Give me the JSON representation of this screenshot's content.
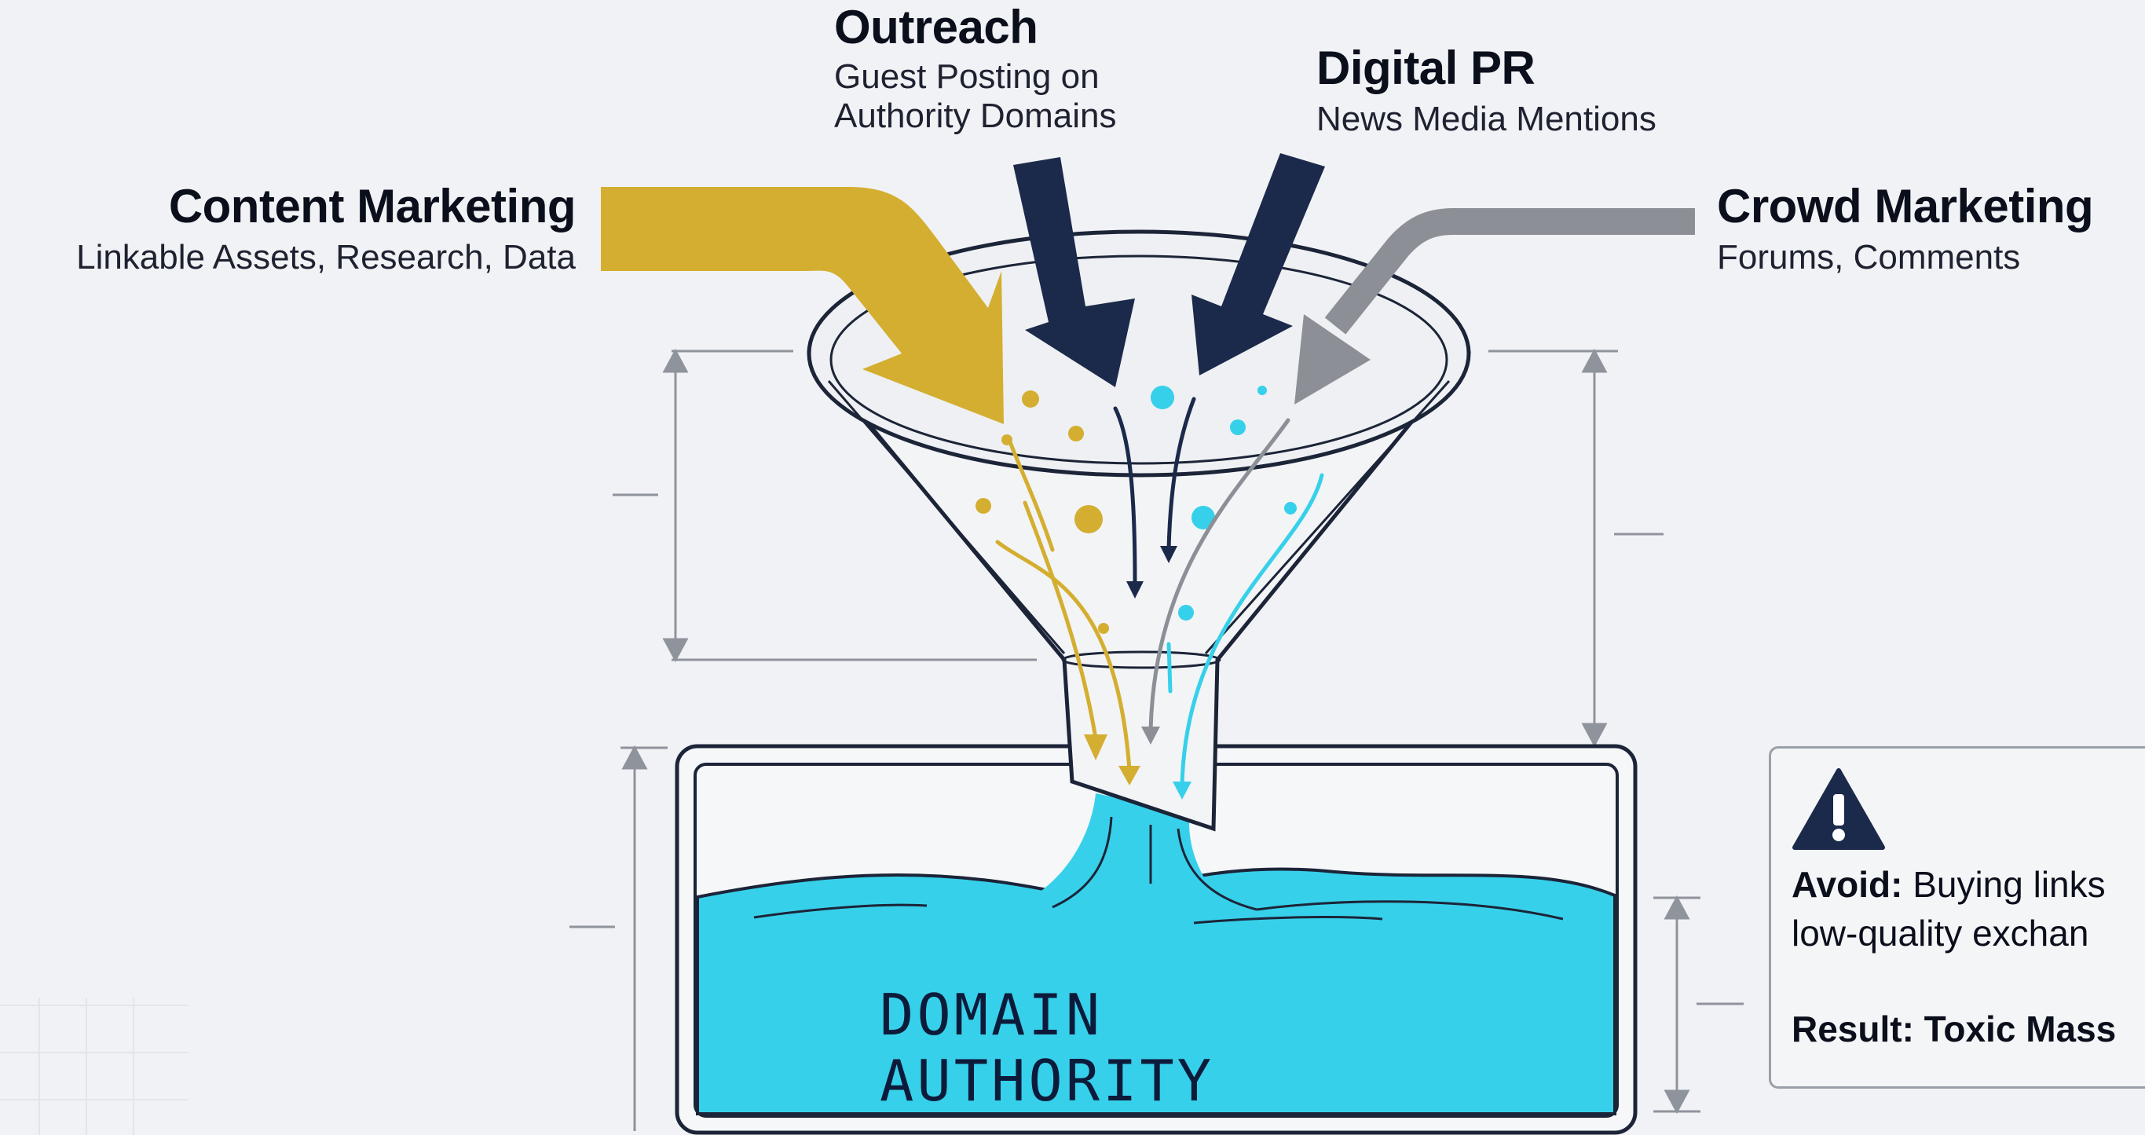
{
  "sources": {
    "content_marketing": {
      "title": "Content Marketing",
      "subtitle": "Linkable Assets, Research, Data",
      "color": "#d4ae30"
    },
    "outreach": {
      "title": "Outreach",
      "subtitle_line1": "Guest Posting on",
      "subtitle_line2": "Authority Domains",
      "color": "#1b2a4b"
    },
    "digital_pr": {
      "title": "Digital PR",
      "subtitle": "News Media Mentions",
      "color": "#1b2a4b"
    },
    "crowd_marketing": {
      "title": "Crowd Marketing",
      "subtitle": "Forums, Comments",
      "color": "#8c8f96"
    }
  },
  "tank": {
    "label": "DOMAIN AUTHORITY",
    "fill_color": "#37d0ea"
  },
  "warning": {
    "icon": "warning-triangle-icon",
    "avoid_label": "Avoid:",
    "avoid_text_line1": "Buying links",
    "avoid_text_line2": "low-quality exchan",
    "result_text": "Result: Toxic Mass"
  }
}
